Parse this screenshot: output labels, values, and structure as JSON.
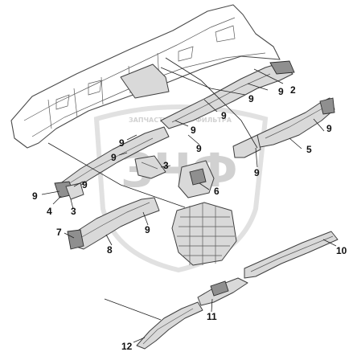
{
  "diagram": {
    "callouts": [
      {
        "id": "c-2",
        "label": "2"
      },
      {
        "id": "c-9a",
        "label": "9"
      },
      {
        "id": "c-9b",
        "label": "9"
      },
      {
        "id": "c-9c",
        "label": "9"
      },
      {
        "id": "c-9d",
        "label": "9"
      },
      {
        "id": "c-9e",
        "label": "9"
      },
      {
        "id": "c-9f",
        "label": "9"
      },
      {
        "id": "c-9g",
        "label": "9"
      },
      {
        "id": "c-9h",
        "label": "9"
      },
      {
        "id": "c-9i",
        "label": "9"
      },
      {
        "id": "c-9j",
        "label": "9"
      },
      {
        "id": "c-9k",
        "label": "9"
      },
      {
        "id": "c-9l",
        "label": "9"
      },
      {
        "id": "c-5",
        "label": "5"
      },
      {
        "id": "c-3a",
        "label": "3"
      },
      {
        "id": "c-3b",
        "label": "3"
      },
      {
        "id": "c-4",
        "label": "4"
      },
      {
        "id": "c-6",
        "label": "6"
      },
      {
        "id": "c-7",
        "label": "7"
      },
      {
        "id": "c-8",
        "label": "8"
      },
      {
        "id": "c-10",
        "label": "10"
      },
      {
        "id": "c-11",
        "label": "11"
      },
      {
        "id": "c-12",
        "label": "12"
      }
    ],
    "watermark": {
      "logo": "ЗЧФ",
      "caption_left": "ЗАПЧАСТИ",
      "caption_right": "ФИЛЬТРА",
      "colors": {
        "watermark": "#c9c9c9",
        "lines": "#222222"
      }
    }
  }
}
